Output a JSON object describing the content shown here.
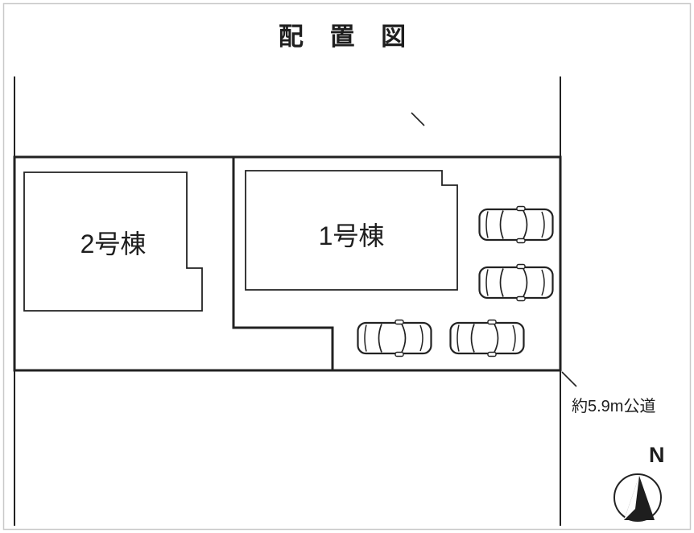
{
  "title": "配 置 図",
  "buildings": [
    {
      "label": "2号棟"
    },
    {
      "label": "1号棟"
    }
  ],
  "road": {
    "label": "約5.9m公道"
  },
  "compass": {
    "label": "N",
    "icon": "north-arrow-icon"
  },
  "parking": {
    "car_count": 4,
    "icon": "car-top-view-icon"
  },
  "colors": {
    "line": "#222222",
    "background": "#ffffff",
    "page_border": "#c9c9c9",
    "compass_needle": "#1e1e1e"
  }
}
